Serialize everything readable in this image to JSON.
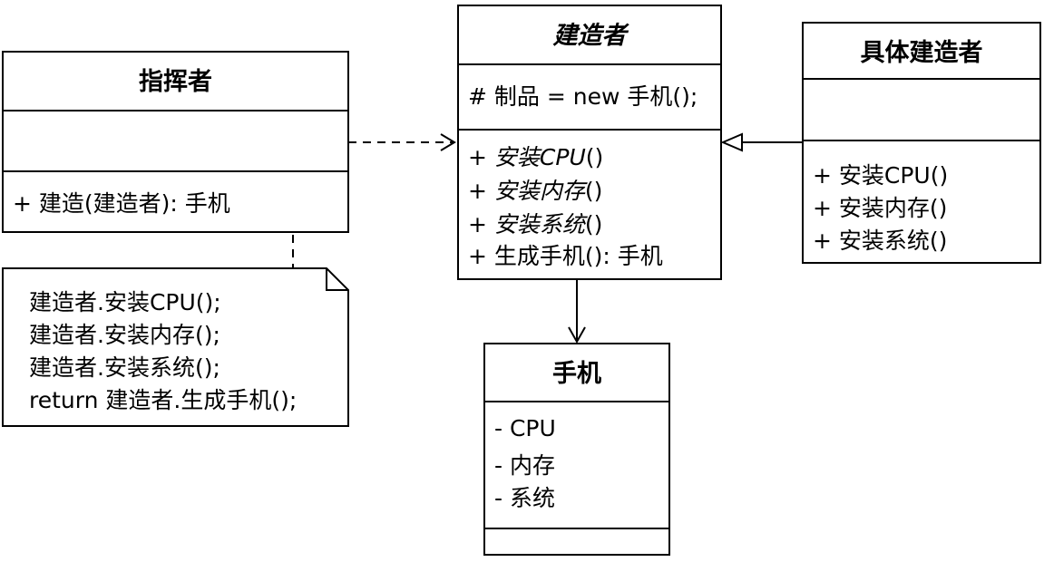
{
  "director": {
    "title": "指挥者",
    "operations": [
      "+ 建造(建造者): 手机"
    ]
  },
  "builder": {
    "title": "建造者",
    "attributes": [
      "# 制品 = new 手机();"
    ],
    "operations": [
      {
        "prefix": "+ ",
        "name": "安装CPU",
        "suffix": "()"
      },
      {
        "prefix": "+ ",
        "name": "安装内存",
        "suffix": "()"
      },
      {
        "prefix": "+ ",
        "name": "安装系统",
        "suffix": "()"
      },
      {
        "prefix": "",
        "name": "+ 生成手机(): 手机",
        "suffix": ""
      }
    ]
  },
  "concrete_builder": {
    "title": "具体建造者",
    "operations": [
      "+ 安装CPU()",
      "+ 安装内存()",
      "+ 安装系统()"
    ]
  },
  "phone": {
    "title": "手机",
    "attributes": [
      "- CPU",
      "- 内存",
      "- 系统"
    ]
  },
  "note": {
    "lines": [
      "建造者.安装CPU();",
      "建造者.安装内存();",
      "建造者.安装系统();",
      "return 建造者.生成手机();"
    ]
  }
}
